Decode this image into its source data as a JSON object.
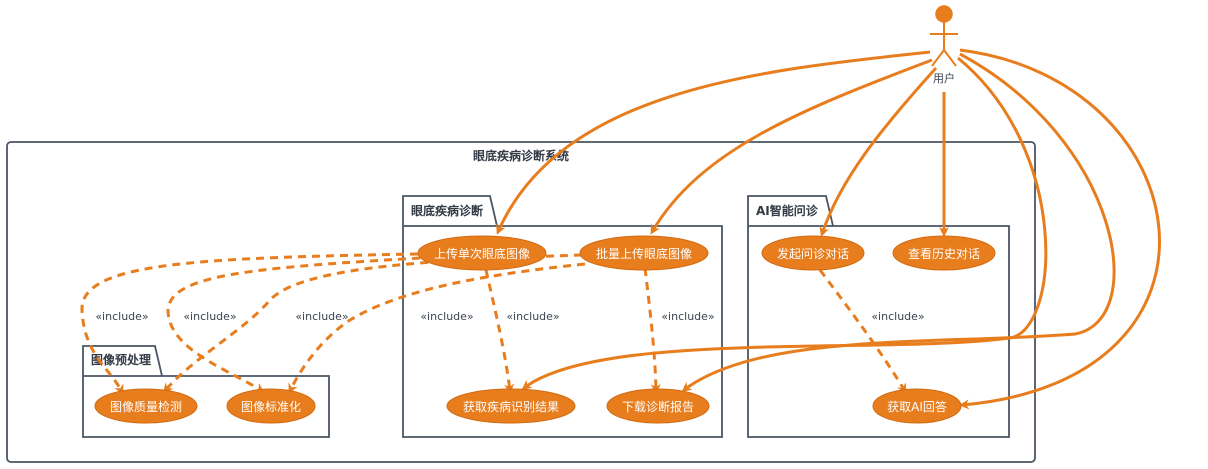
{
  "colors": {
    "accent": "#e87d1e",
    "usecase_fill": "#e87d1e",
    "frame": "#4a5563",
    "text": "#3c4551"
  },
  "actor": {
    "label": "用户"
  },
  "system": {
    "title": "眼底疾病诊断系统"
  },
  "packages": {
    "diagnosis": {
      "title": "眼底疾病诊断"
    },
    "ai": {
      "title": "AI智能问诊"
    },
    "preprocess": {
      "title": "图像预处理"
    }
  },
  "usecases": {
    "upload_single": "上传单次眼底图像",
    "upload_batch": "批量上传眼底图像",
    "get_result": "获取疾病识别结果",
    "download_report": "下载诊断报告",
    "start_consult": "发起问诊对话",
    "view_history": "查看历史对话",
    "get_ai_answer": "获取AI回答",
    "quality_check": "图像质量检测",
    "normalize": "图像标准化"
  },
  "relations": {
    "include_label": "«include»"
  }
}
